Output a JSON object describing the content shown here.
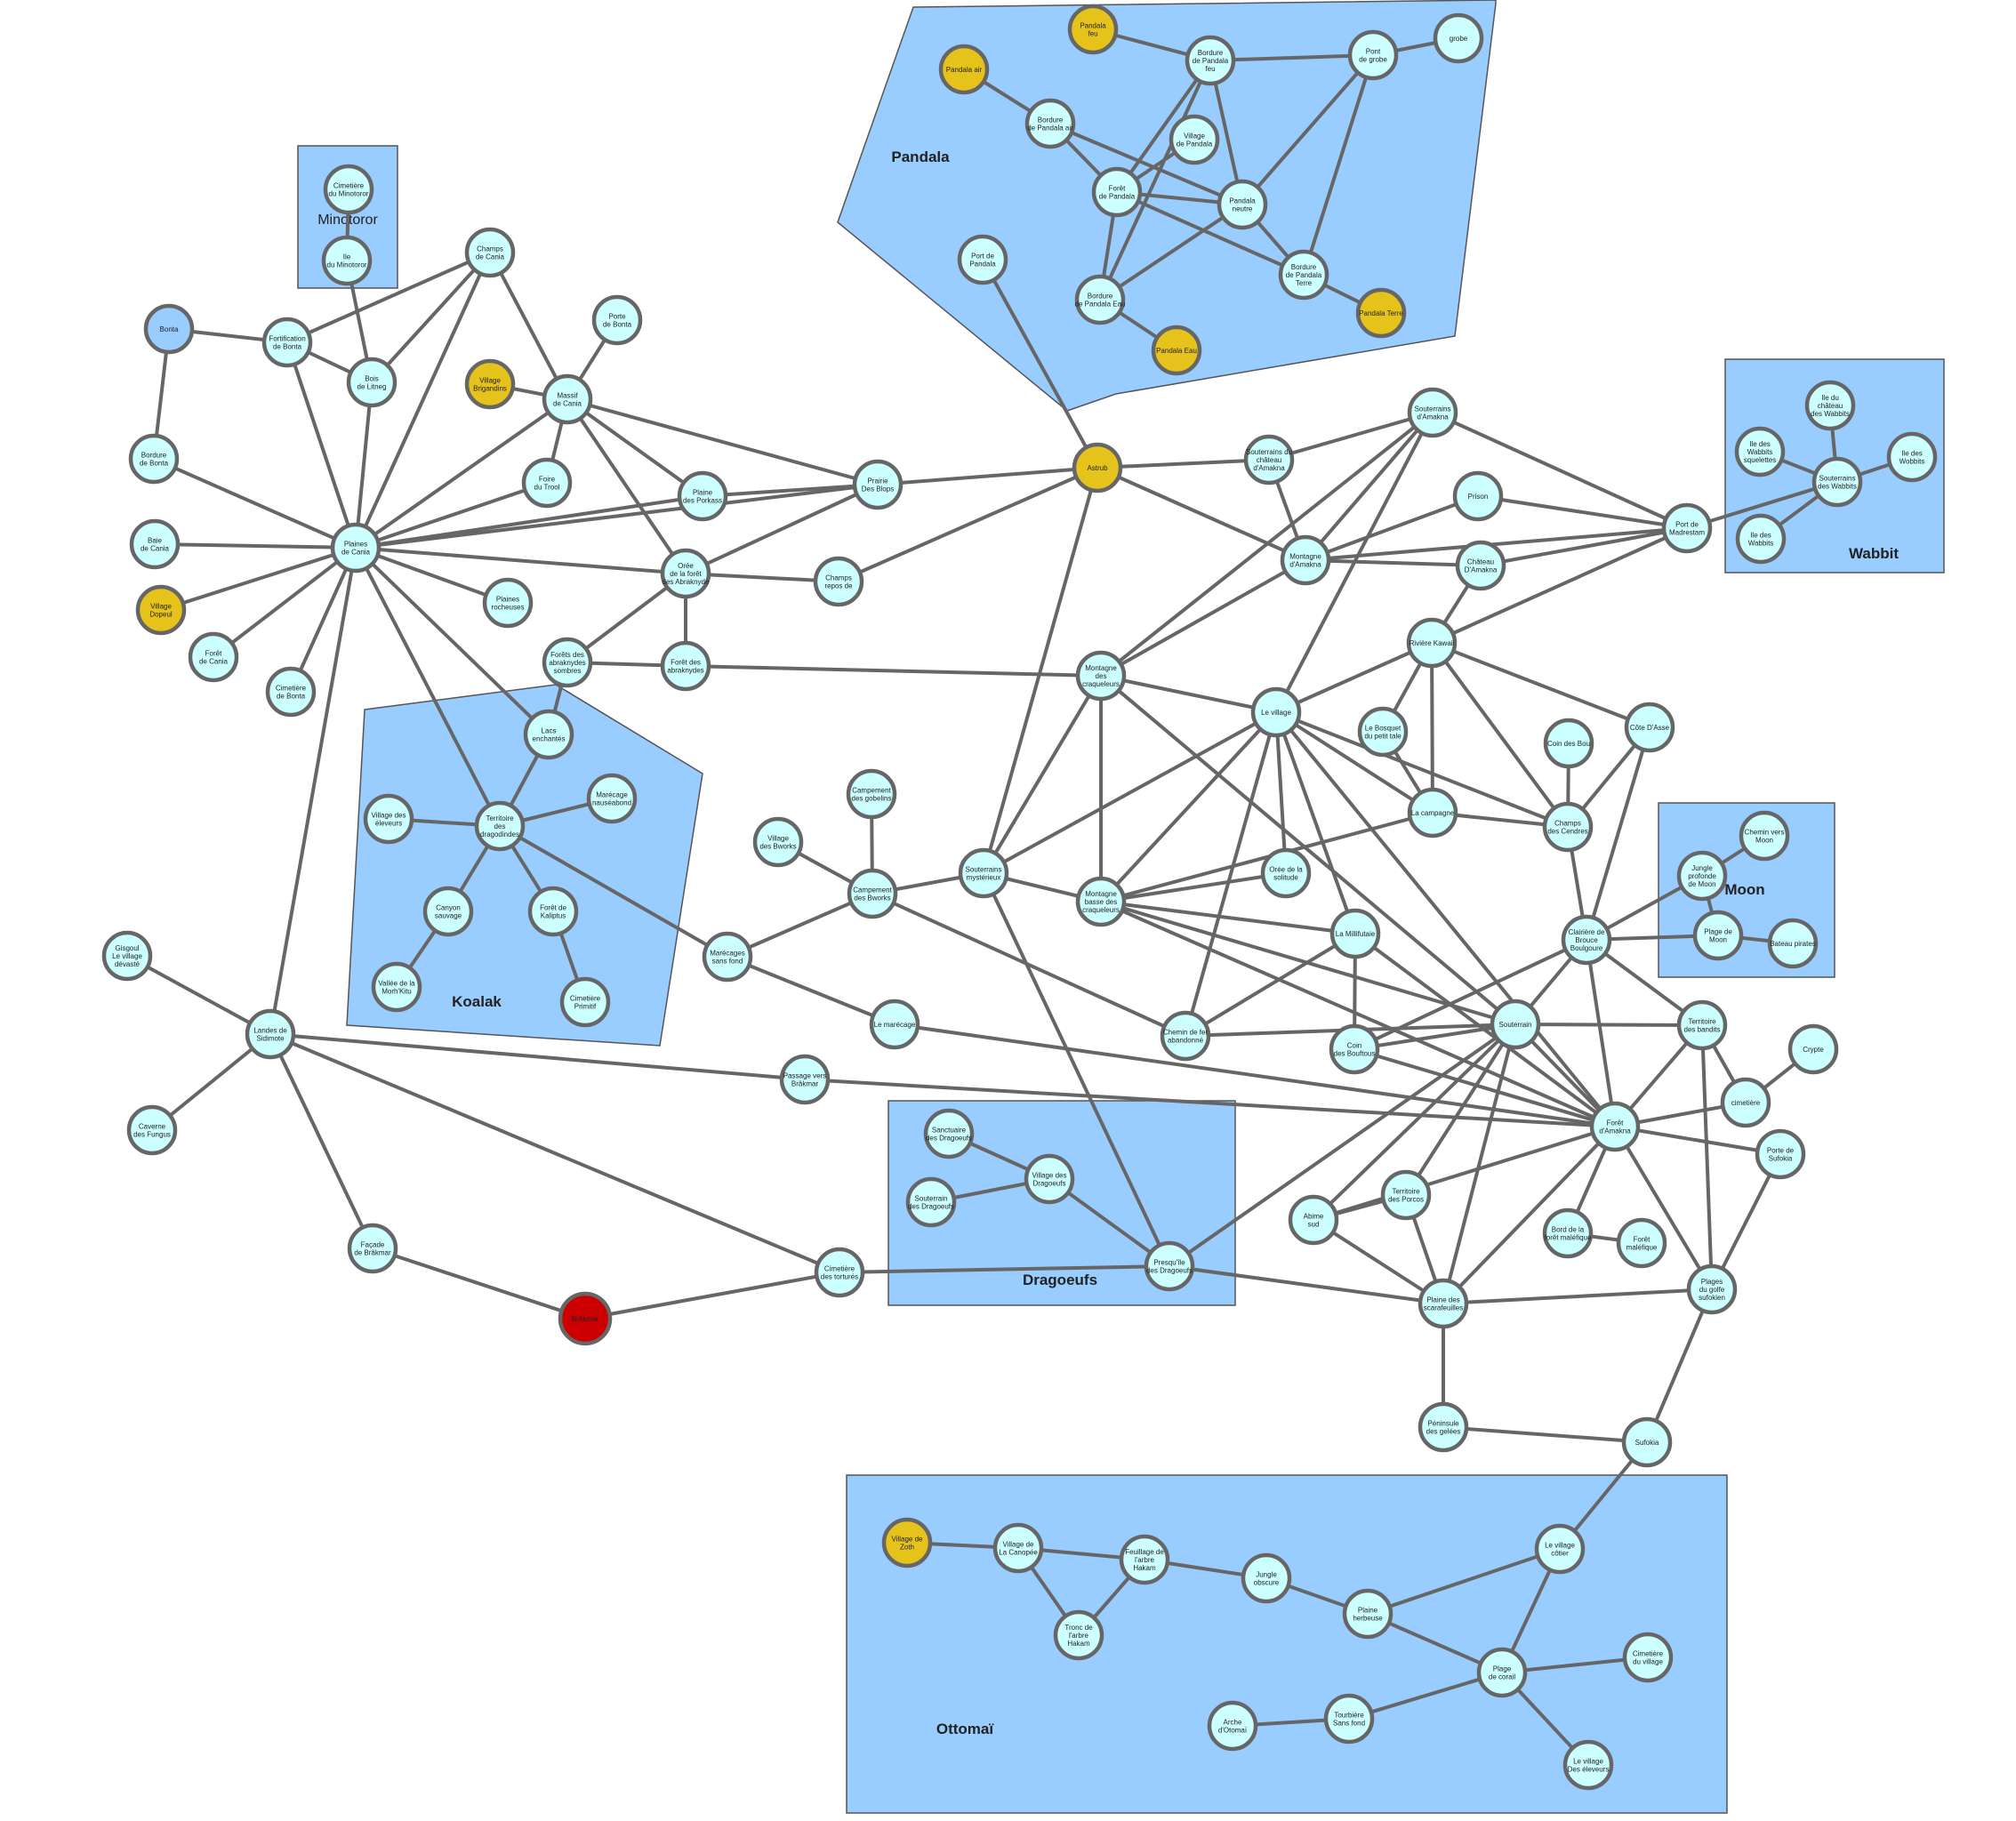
{
  "colors": {
    "default": "#ccffff",
    "important": "#e6c31a",
    "start": "#99ccff",
    "danger": "#cc0000"
  },
  "regions": {
    "minotoror": {
      "label": "Minotoror"
    },
    "pandala": {
      "label": "Pandala"
    },
    "wabbit": {
      "label": "Wabbit"
    },
    "koalak": {
      "label": "Koalak"
    },
    "moon": {
      "label": "Moon"
    },
    "dragoeufs": {
      "label": "Dragoeufs"
    },
    "ottomai": {
      "label": "Ottomaï"
    }
  },
  "nodes": {
    "cimetiere_mino": {
      "label": "Cimetière\ndu Minotoror",
      "kind": "default"
    },
    "ile_mino": {
      "label": "Ile\ndu Minotoror",
      "kind": "default"
    },
    "champs_cania": {
      "label": "Champs\nde Cania",
      "kind": "default"
    },
    "bonta": {
      "label": "Bonta",
      "kind": "start"
    },
    "fortif_bonta": {
      "label": "Fortification\nde Bonta",
      "kind": "default"
    },
    "bois_litneg": {
      "label": "Bois\nde Litneg",
      "kind": "default"
    },
    "porte_bonta": {
      "label": "Porte\nde Bonta",
      "kind": "default"
    },
    "village_brigandins": {
      "label": "Village\nBrigandins",
      "kind": "important"
    },
    "massif_cania": {
      "label": "Massif\nde Cania",
      "kind": "default"
    },
    "bordure_bonta": {
      "label": "Bordure\nde Bonta",
      "kind": "default"
    },
    "foire_trool": {
      "label": "Foire\ndu Trool",
      "kind": "default"
    },
    "plaine_porkass": {
      "label": "Plaine\ndes Porkass",
      "kind": "default"
    },
    "prairie_blops": {
      "label": "Prairie\nDes Blops",
      "kind": "default"
    },
    "baie_cania": {
      "label": "Baie\nde Cania",
      "kind": "default"
    },
    "plaines_cania": {
      "label": "Plaines\nde Cania",
      "kind": "default"
    },
    "village_dopeul": {
      "label": "Village\nDopeul",
      "kind": "important"
    },
    "plaines_rocheuses": {
      "label": "Plaines\nrocheuses",
      "kind": "default"
    },
    "orée_abraknyde": {
      "label": "Orée\nde la forêt\ndes Abraknyde",
      "kind": "default"
    },
    "champs_repos": {
      "label": "Champs\nrepos de",
      "kind": "default"
    },
    "foret_cania": {
      "label": "Forêt\nde Cania",
      "kind": "default"
    },
    "cimetiere_bonta": {
      "label": "Cimetière\nde Bonta",
      "kind": "default"
    },
    "forets_abrak_sombres": {
      "label": "Forêts des\nabraknydes\nsombres",
      "kind": "default"
    },
    "foret_abrak": {
      "label": "Forêt des\nabraknydes",
      "kind": "default"
    },
    "lacs_enchantes": {
      "label": "Lacs\nenchantés",
      "kind": "default"
    },
    "village_eleveurs": {
      "label": "Village des\néleveurs",
      "kind": "default"
    },
    "territoire_dragodindes": {
      "label": "Territoire\ndes\ndragodindes",
      "kind": "default"
    },
    "marecage_nauseabond": {
      "label": "Marécage\nnauséabond",
      "kind": "default"
    },
    "canyon_sauvage": {
      "label": "Canyon\nsauvage",
      "kind": "default"
    },
    "foret_kaliptus": {
      "label": "Forêt de\nKaliptus",
      "kind": "default"
    },
    "vallee_morh": {
      "label": "Vallée de la\nMorh'Kitu",
      "kind": "default"
    },
    "cimetiere_primitif": {
      "label": "Cimetière\nPrimitif",
      "kind": "default"
    },
    "pandala_feu": {
      "label": "Pandala\nfeu",
      "kind": "important"
    },
    "pandala_air": {
      "label": "Pandala air",
      "kind": "important"
    },
    "bordure_pandala_feu": {
      "label": "Bordure\nde Pandala\nfeu",
      "kind": "default"
    },
    "pont_grobe": {
      "label": "Pont\nde grobe",
      "kind": "default"
    },
    "grobe": {
      "label": "grobe",
      "kind": "default"
    },
    "bordure_pandala_air": {
      "label": "Bordure\nde Pandala air",
      "kind": "default"
    },
    "village_pandala": {
      "label": "Village\nde Pandala",
      "kind": "default"
    },
    "foret_pandala": {
      "label": "Forêt\nde Pandala",
      "kind": "default"
    },
    "pandala_neutre": {
      "label": "Pandala\nneutre",
      "kind": "default"
    },
    "port_pandala": {
      "label": "Port de\nPandala",
      "kind": "default"
    },
    "bordure_pandala_terre": {
      "label": "Bordure\nde Pandala\nTerre",
      "kind": "default"
    },
    "bordure_pandala_eau": {
      "label": "Bordure\nde Pandala Eau",
      "kind": "default"
    },
    "pandala_terre": {
      "label": "Pandala Terre",
      "kind": "important"
    },
    "pandala_eau": {
      "label": "Pandala Eau",
      "kind": "important"
    },
    "astrub": {
      "label": "Astrub",
      "kind": "important"
    },
    "souterrains_chateau": {
      "label": "Souterrains du\nchâteau\nd'Amakna",
      "kind": "default"
    },
    "souterrains_amakna": {
      "label": "Souterrains\nd'Amakna",
      "kind": "default"
    },
    "prison": {
      "label": "Prison",
      "kind": "default"
    },
    "port_madrestam": {
      "label": "Port de\nMadrestam",
      "kind": "default"
    },
    "ile_wabbit": {
      "label": "Ile du\nchâteau\ndes Wabbits",
      "kind": "default"
    },
    "ile_wabbit_squel": {
      "label": "Ile des\nWabbits\nsquelettes",
      "kind": "default"
    },
    "ile_wobbits": {
      "label": "Ile des\nWobbits",
      "kind": "default"
    },
    "souterrains_wabbits": {
      "label": "Souterrains\ndes Wabbits",
      "kind": "default"
    },
    "ile_wabbits": {
      "label": "Ile des\nWabbits",
      "kind": "default"
    },
    "montagne_amakna": {
      "label": "Montagne\nd'Amakna",
      "kind": "default"
    },
    "chateau_amakna": {
      "label": "Château\nD'Amakna",
      "kind": "default"
    },
    "riviere_kawaii": {
      "label": "Rivière Kawaii",
      "kind": "default"
    },
    "montagne_craqueleurs": {
      "label": "Montagne\ndes\ncraqueleurs",
      "kind": "default"
    },
    "le_village": {
      "label": "Le village",
      "kind": "default"
    },
    "bosquet": {
      "label": "Le Bosquet\ndu petit tale",
      "kind": "default"
    },
    "coin_bouftous": {
      "label": "Coin des Bou",
      "kind": "default"
    },
    "cote_asse": {
      "label": "Côte D'Asse",
      "kind": "default"
    },
    "campement_gobelins": {
      "label": "Campement\ndes gobelins",
      "kind": "default"
    },
    "village_bworks": {
      "label": "Village\ndes Bworks",
      "kind": "default"
    },
    "campement_bworks": {
      "label": "Campement\ndes Bworks",
      "kind": "default"
    },
    "souterrains_myst": {
      "label": "Souterrains\nmystérieux",
      "kind": "default"
    },
    "la_campagne": {
      "label": "La campagne",
      "kind": "default"
    },
    "champs_cendres": {
      "label": "Champs\ndes Cendres",
      "kind": "default"
    },
    "chemin_moon": {
      "label": "Chemin vers\nMoon",
      "kind": "default"
    },
    "jungle_moon": {
      "label": "Jungle\nprofonde\nde Moon",
      "kind": "default"
    },
    "plage_moon": {
      "label": "Plage de\nMoon",
      "kind": "default"
    },
    "bateau_pirates": {
      "label": "Bateau pirates",
      "kind": "default"
    },
    "oree_solitude": {
      "label": "Orée de la\nsolitude",
      "kind": "default"
    },
    "montagne_basse": {
      "label": "Montagne\nbasse des\ncraqueleurs",
      "kind": "default"
    },
    "marecages_sans_fond": {
      "label": "Marécages\nsans fond",
      "kind": "default"
    },
    "la_millifutaie": {
      "label": "La Millifutaie",
      "kind": "default"
    },
    "clairiere_brouce": {
      "label": "Clairière de\nBrouce\nBoulgoure",
      "kind": "default"
    },
    "gisgoul": {
      "label": "Gisgoul\nLe village\ndévasté",
      "kind": "default"
    },
    "le_marecage": {
      "label": "Le marécage",
      "kind": "default"
    },
    "chemin_fer": {
      "label": "Chemin de fer\nabandonné",
      "kind": "default"
    },
    "souterrain": {
      "label": "Souterrain",
      "kind": "default"
    },
    "territoire_bandits": {
      "label": "Territoire\ndes bandits",
      "kind": "default"
    },
    "landes_sidimote": {
      "label": "Landes de\nSidimote",
      "kind": "default"
    },
    "passage_brakmar": {
      "label": "Passage vers\nBrâkmar",
      "kind": "default"
    },
    "coin_bouftous2": {
      "label": "Coin\ndes Bouftous",
      "kind": "default"
    },
    "crypte": {
      "label": "Crypte",
      "kind": "default"
    },
    "cimetiere": {
      "label": "cimetière",
      "kind": "default"
    },
    "caverne_fungus": {
      "label": "Caverne\ndes Fungus",
      "kind": "default"
    },
    "sanctuaire_dragoeufs": {
      "label": "Sanctuaire\ndes Dragoeufs",
      "kind": "default"
    },
    "village_dragoeufs": {
      "label": "Village des\nDragoeufs",
      "kind": "default"
    },
    "souterrain_dragoeufs": {
      "label": "Souterrain\ndes Dragoeufs",
      "kind": "default"
    },
    "foret_amakna": {
      "label": "Forêt\nd'Amakna",
      "kind": "default"
    },
    "porte_sufokia": {
      "label": "Porte de\nSufokia",
      "kind": "default"
    },
    "facade_brakmar": {
      "label": "Façade\nde Brâkmar",
      "kind": "default"
    },
    "abime_sud": {
      "label": "Abime\nsud",
      "kind": "default"
    },
    "territoire_porcos": {
      "label": "Territoire\ndes Porcos",
      "kind": "default"
    },
    "bord_foret_malefique": {
      "label": "Bord de la\nforêt maléfique",
      "kind": "default"
    },
    "foret_malefique": {
      "label": "Forêt\nmaléfique",
      "kind": "default"
    },
    "cimetiere_torturés": {
      "label": "Cimetière\ndes torturés",
      "kind": "default"
    },
    "presquile_dragoeufs": {
      "label": "Presqu'île\ndes Dragoeufs",
      "kind": "default"
    },
    "plaine_scarafeuilles": {
      "label": "Plaine des\nscarafeuilles",
      "kind": "default"
    },
    "plages_golfe": {
      "label": "Plages\ndu golfe\nsufokien",
      "kind": "default"
    },
    "brakmar": {
      "label": "Brâkmar",
      "kind": "danger"
    },
    "peninsule_gelees": {
      "label": "Péninsule\ndes gelées",
      "kind": "default"
    },
    "sufokia": {
      "label": "Sufokia",
      "kind": "default"
    },
    "village_zoth": {
      "label": "Village de\nZoth",
      "kind": "important"
    },
    "village_canopee": {
      "label": "Village de\nLa Canopée",
      "kind": "default"
    },
    "feuillage_kaliptus": {
      "label": "Feuillage de\nl'arbre\nHakam",
      "kind": "default"
    },
    "jungle_obscure": {
      "label": "Jungle\nobscure",
      "kind": "default"
    },
    "le_village_cotier": {
      "label": "Le village\ncôtier",
      "kind": "default"
    },
    "tronc_hakam": {
      "label": "Tronc de\nl'arbre\nHakam",
      "kind": "default"
    },
    "plaine_herbeuse": {
      "label": "Plaine\nherbeuse",
      "kind": "default"
    },
    "plage_corail": {
      "label": "Plage\nde corail",
      "kind": "default"
    },
    "cimetiere_village": {
      "label": "Cimetière\ndu village",
      "kind": "default"
    },
    "arche_otomai": {
      "label": "Arche\nd'Otomaï",
      "kind": "default"
    },
    "tourbiere": {
      "label": "Tourbière\nSans fond",
      "kind": "default"
    },
    "village_eleveurs_oto": {
      "label": "Le village\nDes éleveurs",
      "kind": "default"
    }
  }
}
